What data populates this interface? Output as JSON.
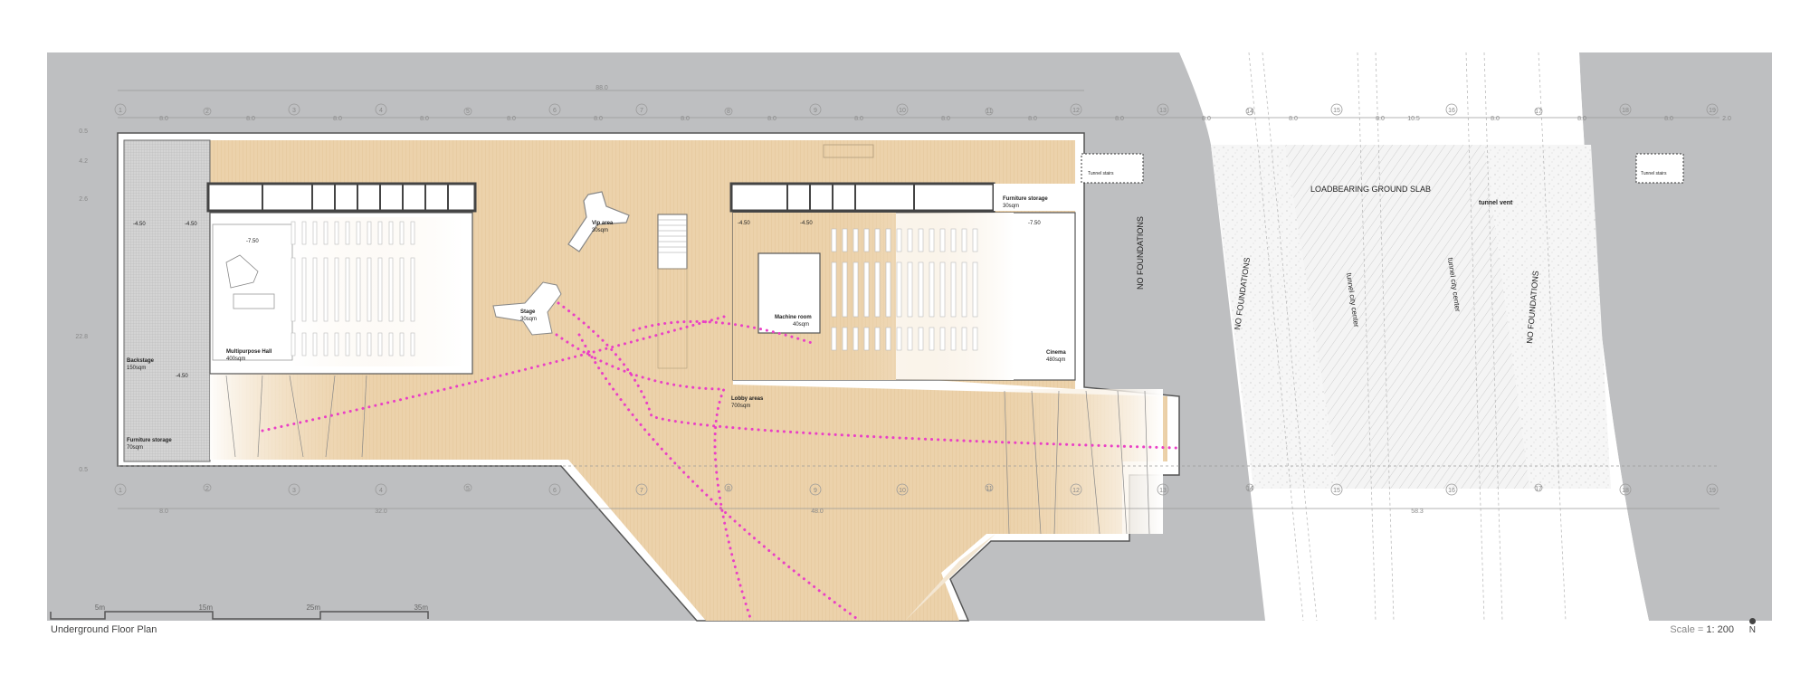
{
  "plan": {
    "title": "Underground Floor Plan",
    "scale_prefix": "Scale =",
    "scale_value": "1: 200",
    "north_label": "N",
    "colors": {
      "ground": "#bebfc1",
      "lobby": "#ecd2ab",
      "pink_path": "#ea3fc6",
      "grid_hatch": "#c9c9c9",
      "wall": "#555555"
    }
  },
  "grid": {
    "top_overall": "88.0",
    "top_axes": [
      "1",
      "2",
      "3",
      "4",
      "5",
      "6",
      "7",
      "8",
      "9",
      "10",
      "11",
      "12",
      "13",
      "14",
      "15",
      "16",
      "17",
      "18",
      "19"
    ],
    "top_spans": [
      "8.0",
      "8.0",
      "8.0",
      "8.0",
      "8.0",
      "8.0",
      "8.0",
      "8.0",
      "8.0",
      "8.0",
      "8.0",
      "8.0",
      "8.0",
      "8.0",
      "8.0",
      "10.5",
      "8.0",
      "8.0",
      "8.0",
      "2.0"
    ],
    "left_dims": [
      "0.5",
      "4.2",
      "2.6",
      "22.8",
      "0.5"
    ],
    "bottom_axes": [
      "1",
      "2",
      "3",
      "4",
      "5",
      "6",
      "7",
      "8",
      "9",
      "10",
      "11",
      "12",
      "13",
      "14",
      "15",
      "16",
      "17",
      "18",
      "19"
    ],
    "bottom_spans": [
      "8.0",
      "32.0",
      "48.0",
      "58.3"
    ]
  },
  "rooms": {
    "multipurpose_hall": {
      "name": "Multipurpose Hall",
      "area": "400sqm",
      "level": "-7.50"
    },
    "backstage": {
      "name": "Backstage",
      "area": "150sqm",
      "level_a": "-4.50",
      "level_b": "-4.50",
      "level_c": "-4.50"
    },
    "furniture_storage_left": {
      "name": "Furniture storage",
      "area": "70sqm"
    },
    "vip_area": {
      "name": "Vip area",
      "area": "30sqm"
    },
    "stage": {
      "name": "Stage",
      "area": "30sqm"
    },
    "machine_room": {
      "name": "Machine room",
      "area": "40sqm",
      "level_a": "-4.50",
      "level_b": "-4.50"
    },
    "furniture_storage_right": {
      "name": "Furniture storage",
      "area": "30sqm"
    },
    "cinema": {
      "name": "Cinema",
      "area": "480sqm",
      "level": "-7.50"
    },
    "lobby": {
      "name": "Lobby areas",
      "area": "700sqm"
    },
    "tunnel_stairs_a": {
      "name": "Tunnel stairs"
    },
    "tunnel_stairs_b": {
      "name": "Tunnel stairs"
    }
  },
  "annotations": {
    "no_foundations_1": "NO FOUNDATIONS",
    "no_foundations_2": "NO FOUNDATIONS",
    "no_foundations_3": "NO FOUNDATIONS",
    "ground_slab": "LOADBEARING  GROUND SLAB",
    "tunnel_vent": "tunnel vent",
    "tunnel_city_center_1": "tunnel city center",
    "tunnel_city_center_2": "tunnel city center"
  },
  "scale_bar": {
    "ticks": [
      "5m",
      "15m",
      "25m",
      "35m"
    ]
  }
}
